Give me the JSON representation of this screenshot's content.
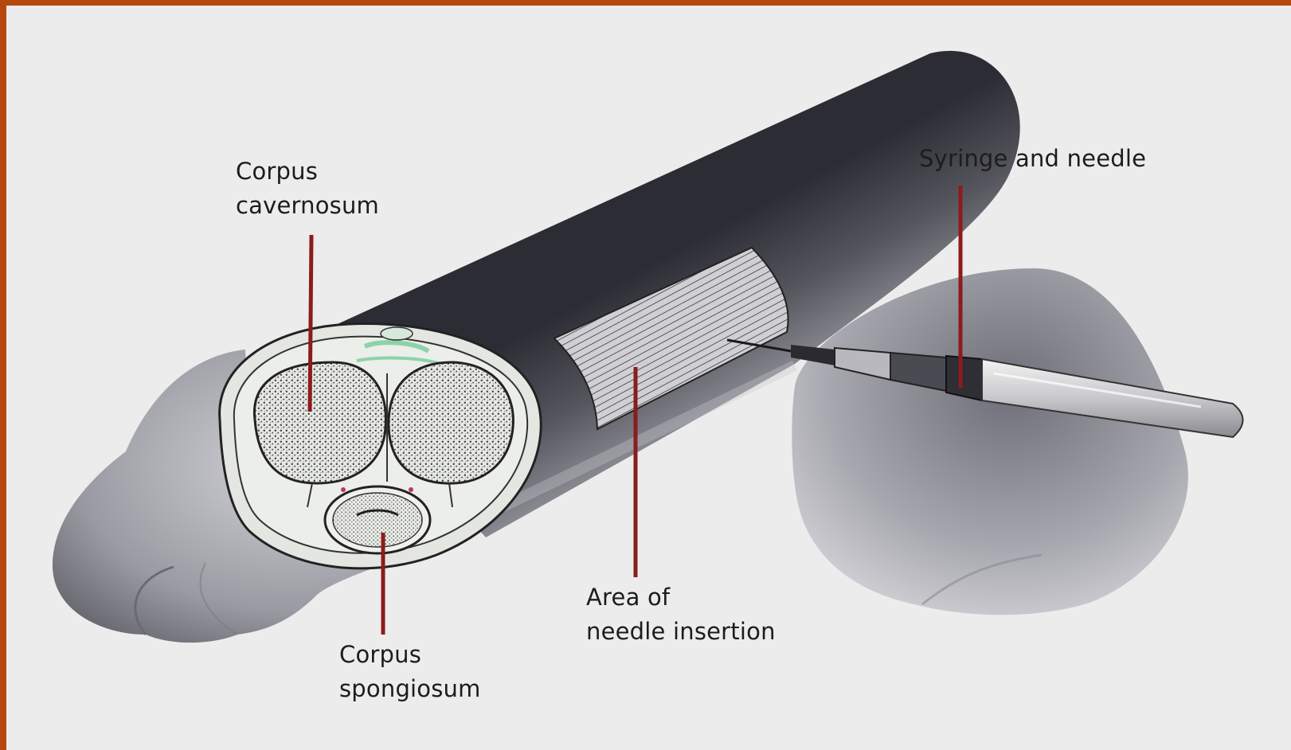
{
  "frame": {
    "background": "#ececec",
    "border_color": "#b4480e"
  },
  "labels": {
    "corpus_cavernosum": {
      "line1": "Corpus",
      "line2": "cavernosum"
    },
    "syringe_and_needle": {
      "line1": "Syringe and needle"
    },
    "area_of_needle_insertion": {
      "line1": "Area of",
      "line2": "needle insertion"
    },
    "corpus_spongiosum": {
      "line1": "Corpus",
      "line2": "spongiosum"
    }
  },
  "colors": {
    "leader_line": "#8c1c1c",
    "shaft_dark": "#303038",
    "shaft_light": "#9c9ca4",
    "tissue": "#eceeea",
    "accent_green": "#8ed2a8"
  }
}
